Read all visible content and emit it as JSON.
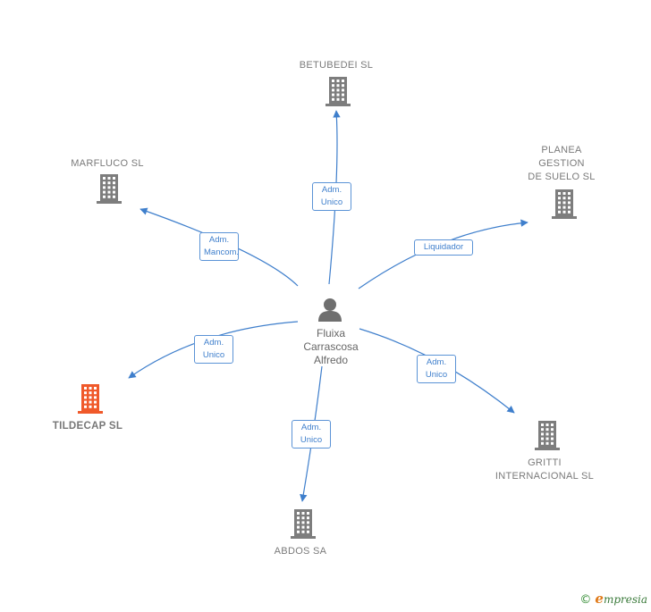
{
  "colors": {
    "edge": "#3f7fcc",
    "building": "#7d7d7d",
    "building_highlight": "#f0592a",
    "person": "#6f6f6f"
  },
  "center": {
    "name": "Fluixa\nCarrascosa\nAlfredo",
    "icon": "person-icon"
  },
  "companies": [
    {
      "id": "betubedei",
      "name": "BETUBEDEI  SL",
      "icon": "building-icon",
      "highlight": false
    },
    {
      "id": "planea",
      "name": "PLANEA\nGESTION\nDE SUELO SL",
      "icon": "building-icon",
      "highlight": false
    },
    {
      "id": "marfluco",
      "name": "MARFLUCO  SL",
      "icon": "building-icon",
      "highlight": false
    },
    {
      "id": "tildecap",
      "name": "TILDECAP  SL",
      "icon": "building-icon",
      "highlight": true
    },
    {
      "id": "abdos",
      "name": "ABDOS SA",
      "icon": "building-icon",
      "highlight": false
    },
    {
      "id": "gritti",
      "name": "GRITTI\nINTERNACIONAL SL",
      "icon": "building-icon",
      "highlight": false
    }
  ],
  "relations": [
    {
      "to": "betubedei",
      "label": "Adm.\nUnico"
    },
    {
      "to": "planea",
      "label": "Liquidador"
    },
    {
      "to": "marfluco",
      "label": "Adm.\nMancom."
    },
    {
      "to": "tildecap",
      "label": "Adm.\nUnico"
    },
    {
      "to": "abdos",
      "label": "Adm.\nUnico"
    },
    {
      "to": "gritti",
      "label": "Adm.\nUnico"
    }
  ],
  "footer": {
    "copyright": "©",
    "brand_initial": "e",
    "brand_rest": "mpresia"
  }
}
